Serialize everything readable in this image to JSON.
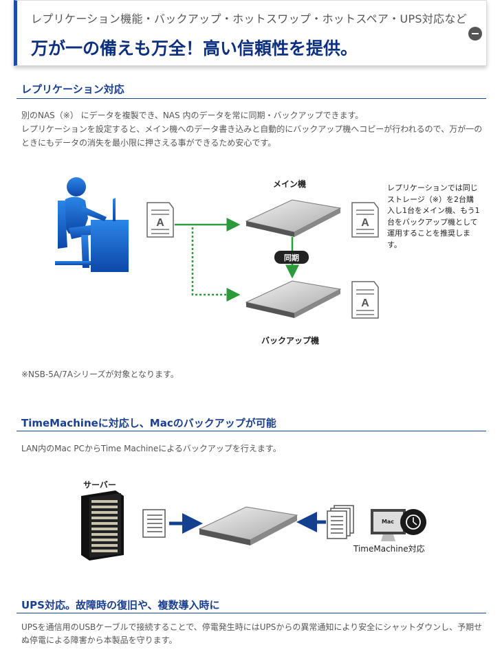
{
  "hero": {
    "subtitle": "レプリケーション機能・バックアップ・ホットスワップ・ホットスペア・UPS対応など",
    "title": "万が一の備えも万全！高い信頼性を提供。"
  },
  "replication": {
    "heading": "レプリケーション対応",
    "para1": "別のNAS（※） にデータを複製でき、NAS 内のデータを常に同期・バックアップできます。",
    "para2": "レプリケーションを設定すると、メイン機へのデータ書き込みと自動的にバックアップ機へコピーが行われるので、万が一のときにもデータの消失を最小限に押さえる事ができるため安心です。",
    "diagram": {
      "main_label": "メイン機",
      "backup_label": "バックアップ機",
      "sync_label": "同期",
      "doc_letter": "A",
      "side_note": "レプリケーションでは同じストレージ（※）を2台購入し1台をメイン機、もう1台をバックアップ機として運用することを推奨します。"
    },
    "footnote": "※NSB-5A/7Aシリーズが対象となります。"
  },
  "timemachine": {
    "heading": "TimeMachineに対応し、Macのバックアップが可能",
    "para": "LAN内のMac PCからTime Machineによるバックアップを行えます。",
    "server_label": "サーバー",
    "mac_screen_label": "Mac",
    "tm_label": "TimeMachine対応"
  },
  "ups": {
    "heading": "UPS対応。故障時の復旧や、複数導入時に",
    "para": "UPSを通信用のUSBケーブルで接続することで、停電発生時にはUPSからの異常通知により安全にシャットダウンし、予期せぬ停電による障害から本製品を守ります。"
  },
  "colors": {
    "accent": "#1a3f8f",
    "title": "#0d2f80",
    "flow_green": "#2a9a3a",
    "flow_blue": "#14408f",
    "person_blue": "#1e6fd0"
  }
}
